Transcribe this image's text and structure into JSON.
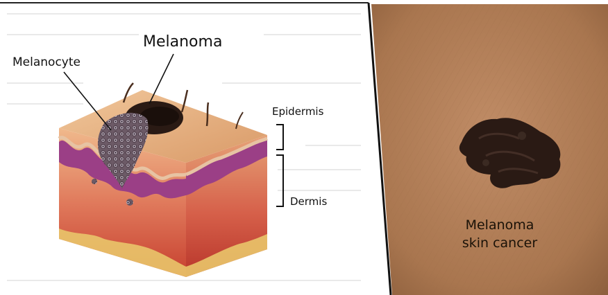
{
  "diagram": {
    "labels": {
      "melanoma": "Melanoma",
      "melanocyte": "Melanocyte",
      "epidermis": "Epidermis",
      "dermis": "Dermis"
    }
  },
  "photo": {
    "caption_line1": "Melanoma",
    "caption_line2": "skin cancer"
  },
  "colors": {
    "skin_surface": "#e9b98a",
    "epidermis_purple": "#9b3f86",
    "dermis_red": "#d8453a",
    "fat_yellow": "#e9c56a",
    "lesion_dark": "#2a1a14",
    "photo_skin": "#b8835c"
  }
}
